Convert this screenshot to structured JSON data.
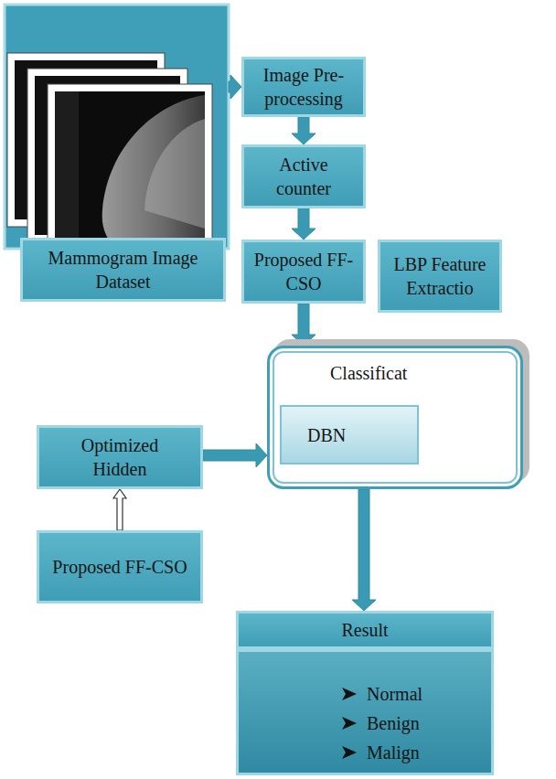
{
  "diagram": {
    "nodes": [
      {
        "text": [
          "Mammogram Image Dataset"
        ]
      },
      {
        "text": [
          "Image Pre-processing"
        ]
      },
      {
        "text": [
          "Active counter"
        ]
      },
      {
        "text": [
          "Proposed FF-CSO"
        ]
      },
      {
        "text": [
          "LBP Feature Extractio"
        ]
      },
      {
        "text": [
          "Classificat"
        ]
      },
      {
        "text": [
          "DBN"
        ],
        "in": 5
      },
      {
        "text": [
          "Optimized Hidden"
        ]
      },
      {
        "text": [
          "Proposed FF-CSO"
        ]
      },
      {
        "text": [
          "Result"
        ]
      },
      {
        "text": [
          "Normal",
          "Benign",
          "Malign"
        ]
      }
    ],
    "edges": [
      {
        "from": 0,
        "to": 1,
        "arrow": "to"
      },
      {
        "from": 1,
        "to": 2,
        "arrow": "to"
      },
      {
        "from": 2,
        "to": 3,
        "arrow": "to"
      },
      {
        "from": 3,
        "to": 5,
        "arrow": "to"
      },
      {
        "from": 5,
        "to": 6,
        "arrow": "to"
      },
      {
        "from": 8,
        "to": 7,
        "arrow": "to"
      },
      {
        "from": 7,
        "to": 5,
        "arrow": "to"
      },
      {
        "from": 5,
        "to": 9,
        "arrow": "to"
      }
    ]
  }
}
